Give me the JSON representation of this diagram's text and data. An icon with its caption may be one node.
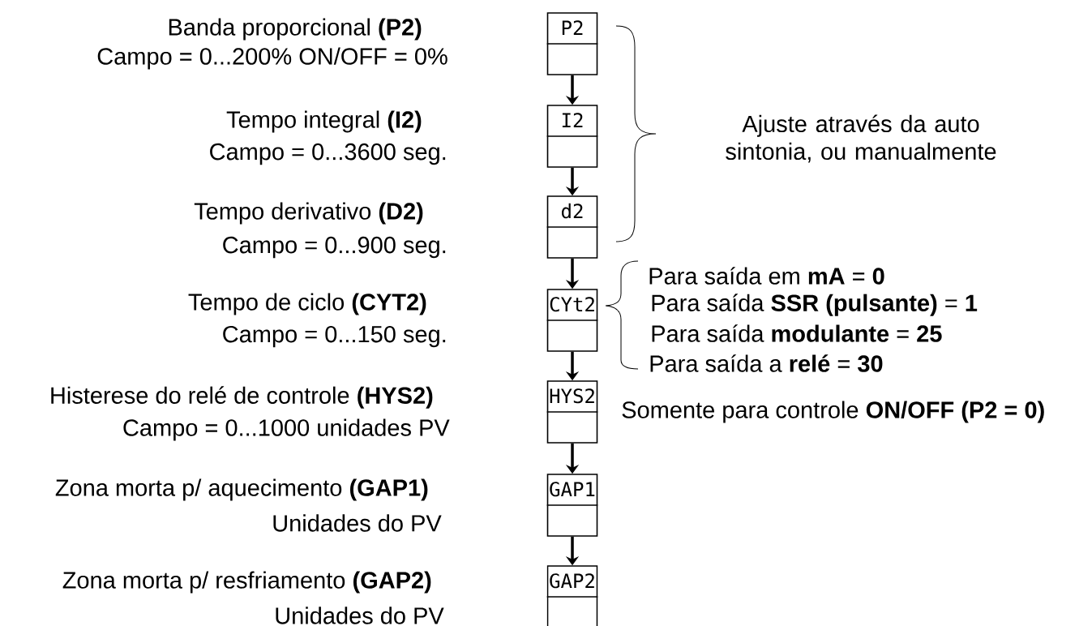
{
  "diagram": {
    "nodes": [
      {
        "text": [
          "P2"
        ],
        "beside": [
          "Banda proporcional **(P2)**",
          "Campo = 0...200%  ON/OFF = 0%"
        ]
      },
      {
        "text": [
          "I2"
        ],
        "beside": [
          "Tempo integral **(I2)**",
          "Campo = 0...3600 seg."
        ]
      },
      {
        "text": [
          "d2"
        ],
        "beside": [
          "Tempo derivativo **(D2)**",
          "Campo = 0...900 seg."
        ]
      },
      {
        "text": [
          "CYt2"
        ],
        "beside": [
          "Tempo de ciclo **(CYT2)**",
          "Campo = 0...150 seg."
        ]
      },
      {
        "text": [
          "HYS2"
        ],
        "beside": [
          "Histerese do relé de controle **(HYS2)**",
          "Campo = 0...1000 unidades PV"
        ]
      },
      {
        "text": [
          "GAP1"
        ],
        "beside": [
          "Zona morta p/ aquecimento **(GAP1)**",
          "Unidades do PV"
        ]
      },
      {
        "text": [
          "GAP2"
        ],
        "beside": [
          "Zona morta p/ resfriamento **(GAP2)**",
          "Unidades do PV"
        ]
      }
    ],
    "edges": [
      {
        "from": 0,
        "to": 1,
        "arrow": "to"
      },
      {
        "from": 1,
        "to": 2,
        "arrow": "to"
      },
      {
        "from": 2,
        "to": 3,
        "arrow": "to"
      },
      {
        "from": 3,
        "to": 4,
        "arrow": "to"
      },
      {
        "from": 4,
        "to": 5,
        "arrow": "to"
      },
      {
        "from": 5,
        "to": 6,
        "arrow": "to"
      }
    ],
    "labels": [
      "Ajuste através da auto sintonia, ou manualmente",
      "Para saída em **mA** = **0**",
      "Para saída **SSR (pulsante)** = **1**",
      "Para saída **modulante** = **25**",
      "Para saída a **relé** = **30**",
      "Somente para controle **ON/OFF (P2 = 0)**"
    ]
  }
}
